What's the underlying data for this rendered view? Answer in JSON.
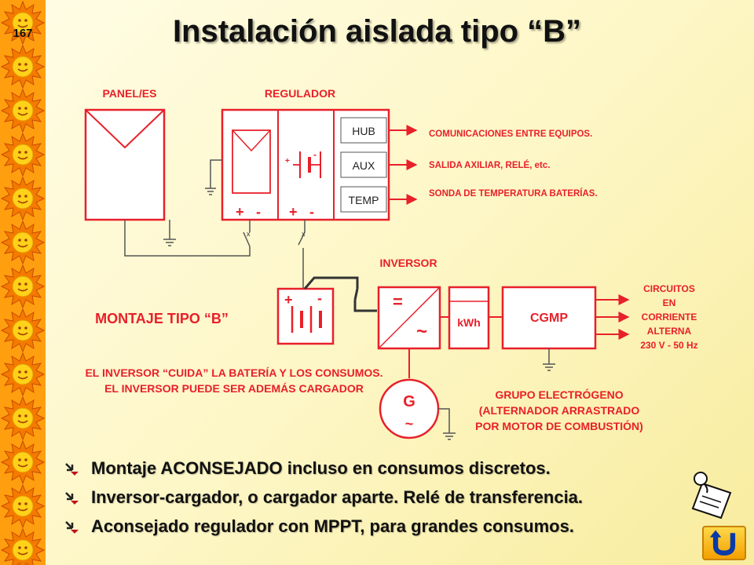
{
  "slide": {
    "number": "167",
    "title": "Instalación aislada tipo “B”"
  },
  "diagram": {
    "labels": {
      "panel": "PANEL/ES",
      "regulator": "REGULADOR",
      "inverter": "INVERSOR",
      "mount": "MONTAJE TIPO “B”",
      "note_line1": "EL INVERSOR “CUIDA” LA BATERÍA Y LOS CONSUMOS.",
      "note_line2": "EL INVERSOR PUEDE SER ADEMÁS CARGADOR",
      "generator_line1": "GRUPO ELECTRÓGENO",
      "generator_line2": "(ALTERNADOR ARRASTRADO",
      "generator_line3": "POR MOTOR DE COMBUSTIÓN)",
      "circuits_line1": "CIRCUITOS",
      "circuits_line2": "EN",
      "circuits_line3": "CORRIENTE",
      "circuits_line4": "ALTERNA",
      "circuits_line5": "230 V - 50 Hz"
    },
    "ports": {
      "hub": "HUB",
      "aux": "AUX",
      "temp": "TEMP",
      "hub_desc": "COMUNICACIONES ENTRE EQUIPOS.",
      "aux_desc": "SALIDA AXILIAR, RELÉ, etc.",
      "temp_desc": "SONDA DE TEMPERATURA BATERÍAS."
    },
    "blocks": {
      "meter": "kWh",
      "cgmp": "CGMP",
      "generator": "G",
      "generator_ac": "~",
      "inverter_ac": "~",
      "inverter_dc": "=",
      "plus": "+",
      "minus": "-",
      "switch_mark": "x"
    }
  },
  "bullets": [
    "Montaje ACONSEJADO incluso en consumos discretos.",
    "Inversor-cargador, o cargador aparte. Relé de transferencia.",
    "Aconsejado regulador con MPPT, para grandes consumos."
  ],
  "icons": {
    "sun": "sun-icon",
    "bullet": "arrow-bullet-icon",
    "note": "note-hand-icon",
    "back": "u-turn-icon"
  },
  "colors": {
    "accent_red": "#e8202a",
    "line_gray": "#555555",
    "sun_orange": "#f47a00",
    "sun_yellow": "#ffd21a"
  }
}
